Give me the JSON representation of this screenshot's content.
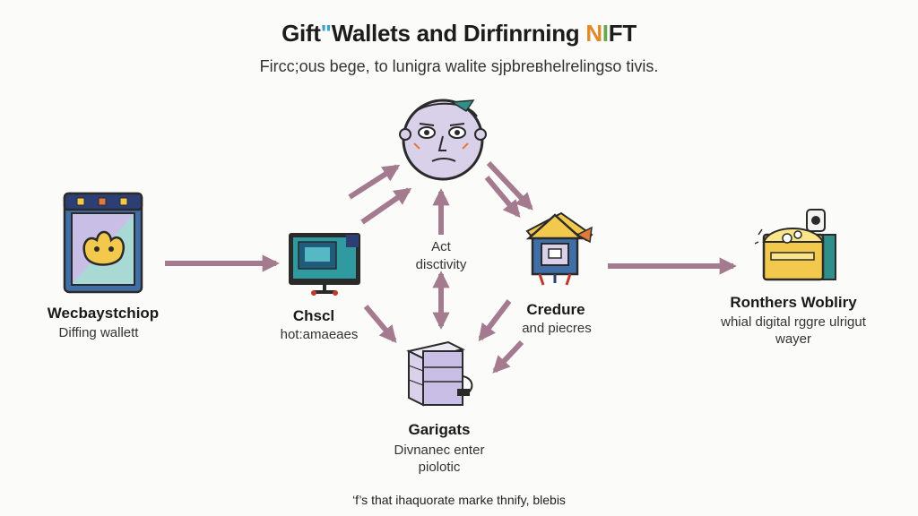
{
  "header": {
    "title_part1": "Gift",
    "title_mark1": "\"",
    "title_part2": "Wallets and Dirfinrning ",
    "title_mark2": "N",
    "title_mark3": "I",
    "title_part3": "FT",
    "subtitle": "Fircc;ous bege, to lunigra walite sjpbreвhelrelingѕo tivis."
  },
  "nodes": {
    "left": {
      "title": "Wecbaystchiop",
      "subtitle": "Diffing wallett"
    },
    "center_left": {
      "title": "Chscl",
      "subtitle": "hot:amaeaes"
    },
    "center": {
      "line1": "Act",
      "line2": "disctivity"
    },
    "center_right": {
      "title": "Credure",
      "subtitle": "and piecres"
    },
    "right": {
      "title": "Ronthers Wobliry",
      "line1": "whial digital rggre ulrigut",
      "line2": "wayer"
    },
    "bottom": {
      "title": "Garigats",
      "line1": "Divnanec enter",
      "line2": "piolotic"
    }
  },
  "footer": {
    "text": "‘f’s that ihaquorate marke thnify, blebis"
  },
  "colors": {
    "arrow": "#a47a8e",
    "outline": "#2a2a2a",
    "teal": "#2f8f8a",
    "yellow": "#f2c94c",
    "lavender": "#d9d0ea",
    "navy": "#2c3e74"
  },
  "icons": {
    "left": "wallet-card-icon",
    "center_left": "monitor-icon",
    "top": "face-icon",
    "center_right": "house-icon",
    "right": "treasure-chest-icon",
    "bottom": "server-box-icon"
  }
}
